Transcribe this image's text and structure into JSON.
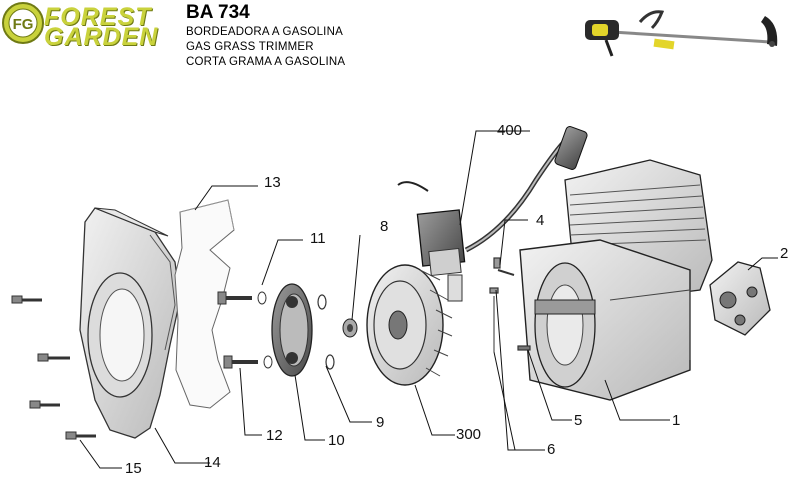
{
  "brand": {
    "badge": "FG",
    "line1": "FOREST",
    "line2": "GARDEN",
    "green": "#c9d23c"
  },
  "product": {
    "model": "BA 734",
    "desc_es": "BORDEADORA A GASOLINA",
    "desc_en": "GAS GRASS TRIMMER",
    "desc_pt": "CORTA GRAMA A GASOLINA"
  },
  "parts": {
    "p1": "1",
    "p2": "2",
    "p4": "4",
    "p5": "5",
    "p6": "6",
    "p8": "8",
    "p9": "9",
    "p10": "10",
    "p11": "11",
    "p12": "12",
    "p13": "13",
    "p14": "14",
    "p15": "15",
    "p300": "300",
    "p400": "400"
  }
}
